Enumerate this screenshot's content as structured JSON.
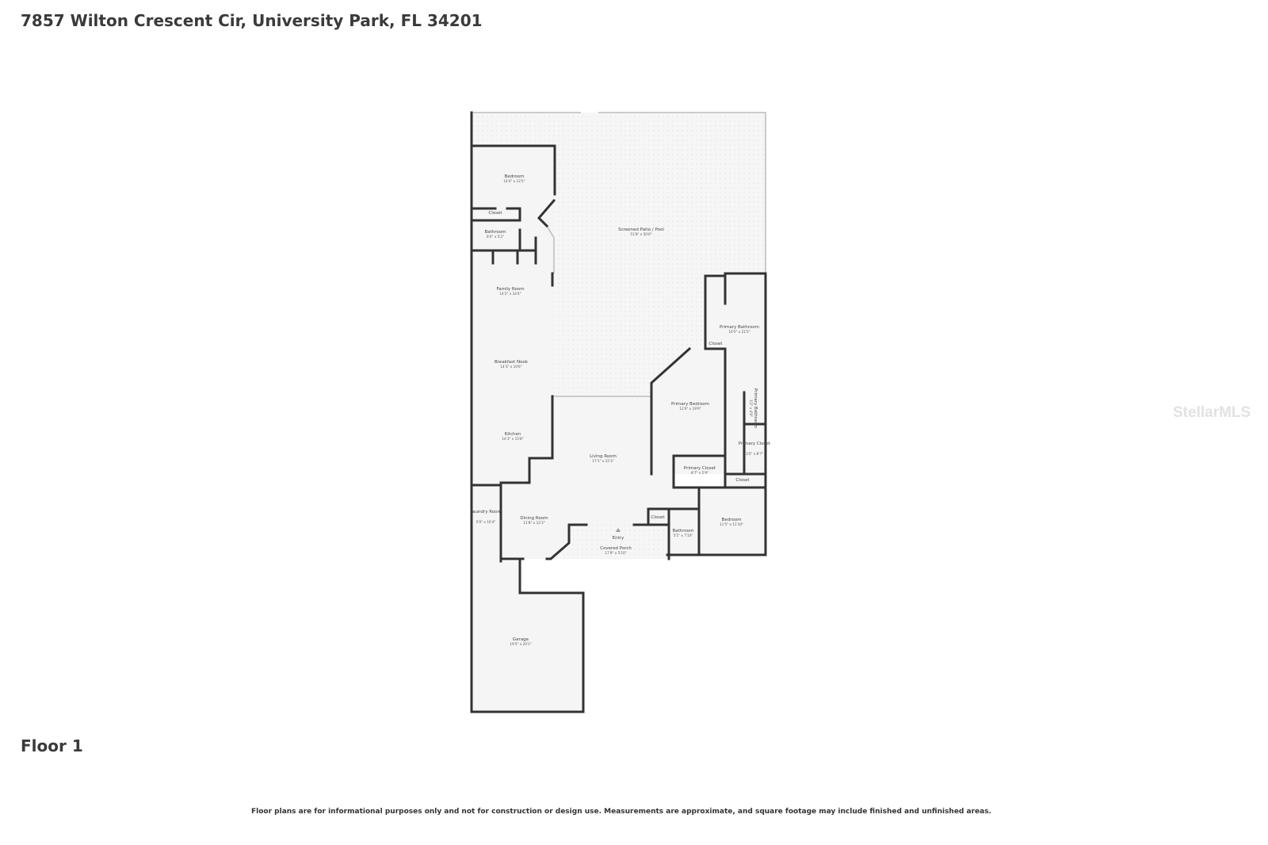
{
  "header": {
    "address": "7857 Wilton Crescent Cir, University Park, FL 34201"
  },
  "floor_label": "Floor 1",
  "disclaimer": "Floor plans are for informational purposes only and not for construction or design use. Measurements are approximate, and square footage may include finished and unfinished areas.",
  "watermark": "StellarMLS",
  "rooms": [
    {
      "name": "Bedroom",
      "dims": "14'4\" x 12'5\""
    },
    {
      "name": "Closet",
      "dims": ""
    },
    {
      "name": "Bathroom",
      "dims": "8'4\" x 5'2\""
    },
    {
      "name": "Family Room",
      "dims": "14'2\" x 14'4\""
    },
    {
      "name": "Breakfast Nook",
      "dims": "14'3\" x 10'6\""
    },
    {
      "name": "Kitchen",
      "dims": "14'3\" x 15'8\""
    },
    {
      "name": "Screened Patio / Pool",
      "dims": "51'8\" x 50'0\""
    },
    {
      "name": "Living Room",
      "dims": "17'1\" x 22'3\""
    },
    {
      "name": "Primary Bathroom",
      "dims": "16'5\" x 21'5\""
    },
    {
      "name": "Closet",
      "dims": ""
    },
    {
      "name": "Primary Bedroom",
      "dims": "12'6\" x 19'9\""
    },
    {
      "name": "Primary Bathroom",
      "dims": "3'2\" x 4'9\""
    },
    {
      "name": "Primary Closet",
      "dims": "3'5\" x 8'7\""
    },
    {
      "name": "Primary Closet",
      "dims": "8'7\" x 5'9\""
    },
    {
      "name": "Closet",
      "dims": ""
    },
    {
      "name": "Laundry Room",
      "dims": "5'0\" x 10'4\""
    },
    {
      "name": "Dining Room",
      "dims": "11'8\" x 12'3\""
    },
    {
      "name": "Closet",
      "dims": ""
    },
    {
      "name": "Entry",
      "dims": ""
    },
    {
      "name": "Covered Porch",
      "dims": "17'9\" x 5'10\""
    },
    {
      "name": "Bathroom",
      "dims": "5'1\" x 7'10\""
    },
    {
      "name": "Bedroom",
      "dims": "11'5\" x 11'10\""
    },
    {
      "name": "Garage",
      "dims": "19'5\" x 20'1\""
    }
  ]
}
